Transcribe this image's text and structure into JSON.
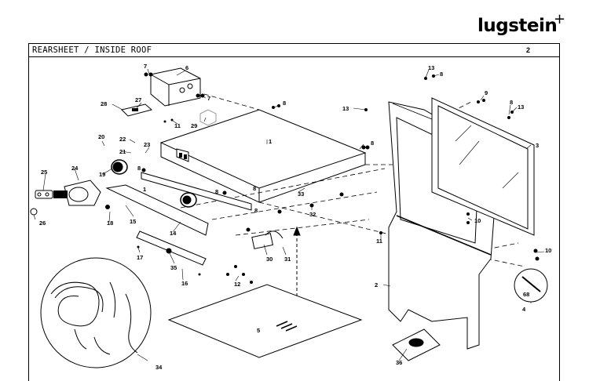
{
  "brand": {
    "logo_text": "lugstein",
    "logo_symbol": "+"
  },
  "header": {
    "title": "REARSHEET  /  INSIDE  ROOF",
    "page": "2"
  },
  "callouts": [
    {
      "id": "c1",
      "text": "1"
    },
    {
      "id": "c2",
      "text": "2"
    },
    {
      "id": "c3",
      "text": "3"
    },
    {
      "id": "c4",
      "text": "4"
    },
    {
      "id": "c5",
      "text": "5"
    },
    {
      "id": "c6",
      "text": "6"
    },
    {
      "id": "c7a",
      "text": "7"
    },
    {
      "id": "c7b",
      "text": "7"
    },
    {
      "id": "c8a",
      "text": "8"
    },
    {
      "id": "c8b",
      "text": "8"
    },
    {
      "id": "c8c",
      "text": "8"
    },
    {
      "id": "c8d",
      "text": "8"
    },
    {
      "id": "c8e",
      "text": "8"
    },
    {
      "id": "c8f",
      "text": "8"
    },
    {
      "id": "c8g",
      "text": "8"
    },
    {
      "id": "c8h",
      "text": "8"
    },
    {
      "id": "c8i",
      "text": "8"
    },
    {
      "id": "c9",
      "text": "9"
    },
    {
      "id": "c10a",
      "text": "10"
    },
    {
      "id": "c10b",
      "text": "10"
    },
    {
      "id": "c11a",
      "text": "11"
    },
    {
      "id": "c11b",
      "text": "11"
    },
    {
      "id": "c12",
      "text": "12"
    },
    {
      "id": "c13a",
      "text": "13"
    },
    {
      "id": "c13b",
      "text": "13"
    },
    {
      "id": "c13c",
      "text": "13"
    },
    {
      "id": "c14",
      "text": "14"
    },
    {
      "id": "c15",
      "text": "15"
    },
    {
      "id": "c16",
      "text": "16"
    },
    {
      "id": "c17",
      "text": "17"
    },
    {
      "id": "c18",
      "text": "18"
    },
    {
      "id": "c19",
      "text": "19"
    },
    {
      "id": "c20",
      "text": "20"
    },
    {
      "id": "c21",
      "text": "21"
    },
    {
      "id": "c22",
      "text": "22"
    },
    {
      "id": "c23",
      "text": "23"
    },
    {
      "id": "c24",
      "text": "24"
    },
    {
      "id": "c25",
      "text": "25"
    },
    {
      "id": "c26",
      "text": "26"
    },
    {
      "id": "c27",
      "text": "27"
    },
    {
      "id": "c28",
      "text": "28"
    },
    {
      "id": "c29",
      "text": "29"
    },
    {
      "id": "c30",
      "text": "30"
    },
    {
      "id": "c31",
      "text": "31"
    },
    {
      "id": "c32",
      "text": "32"
    },
    {
      "id": "c33",
      "text": "33"
    },
    {
      "id": "c34",
      "text": "34"
    },
    {
      "id": "c35",
      "text": "35"
    },
    {
      "id": "c36",
      "text": "36"
    }
  ],
  "detail_text": "68"
}
